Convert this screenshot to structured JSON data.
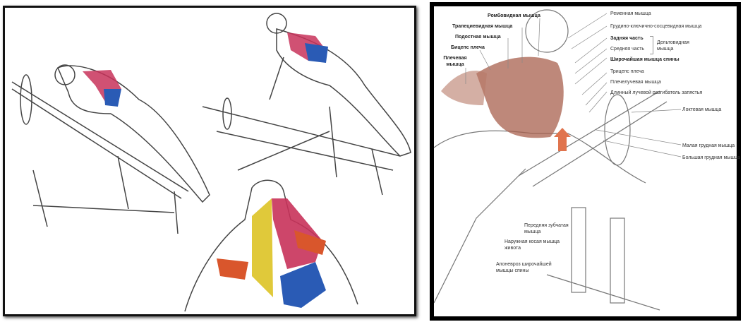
{
  "left_panel": {
    "caption": ""
  },
  "right_panel": {
    "labels_left": [
      {
        "text": "Ромбовидная мышца",
        "bold": true
      },
      {
        "text": "Трапециевидная мышца",
        "bold": true
      },
      {
        "text": "Подостная мышца",
        "bold": true
      },
      {
        "text": "Бицепс плеча",
        "bold": true
      },
      {
        "text": "Плечевая мышца",
        "bold": true
      }
    ],
    "labels_right": [
      "Ременная мышца",
      "Грудино-ключично-сосцевидная мышца",
      "Задняя часть",
      "Средняя часть",
      "Дельтовидная мышца",
      "Широчайшая мышца спины",
      "Трицепс плеча",
      "Плечелучевая мышца",
      "Длинный лучевой разгибатель запястья",
      "Локтевая мышца",
      "Малая грудная мышца",
      "Большая грудная мышца"
    ],
    "labels_bottom": [
      "Передняя зубчатая мышца",
      "Наружная косая мышца живота",
      "Апоневроз широчайшей мышцы спины"
    ]
  },
  "colors": {
    "trapezius": "#c8325a",
    "infraspinatus": "#2a5bb5",
    "rhomboid": "#e0c93a",
    "deltoid": "#d9562c",
    "muscle": "#a8604e",
    "arrow": "#e0744e"
  }
}
